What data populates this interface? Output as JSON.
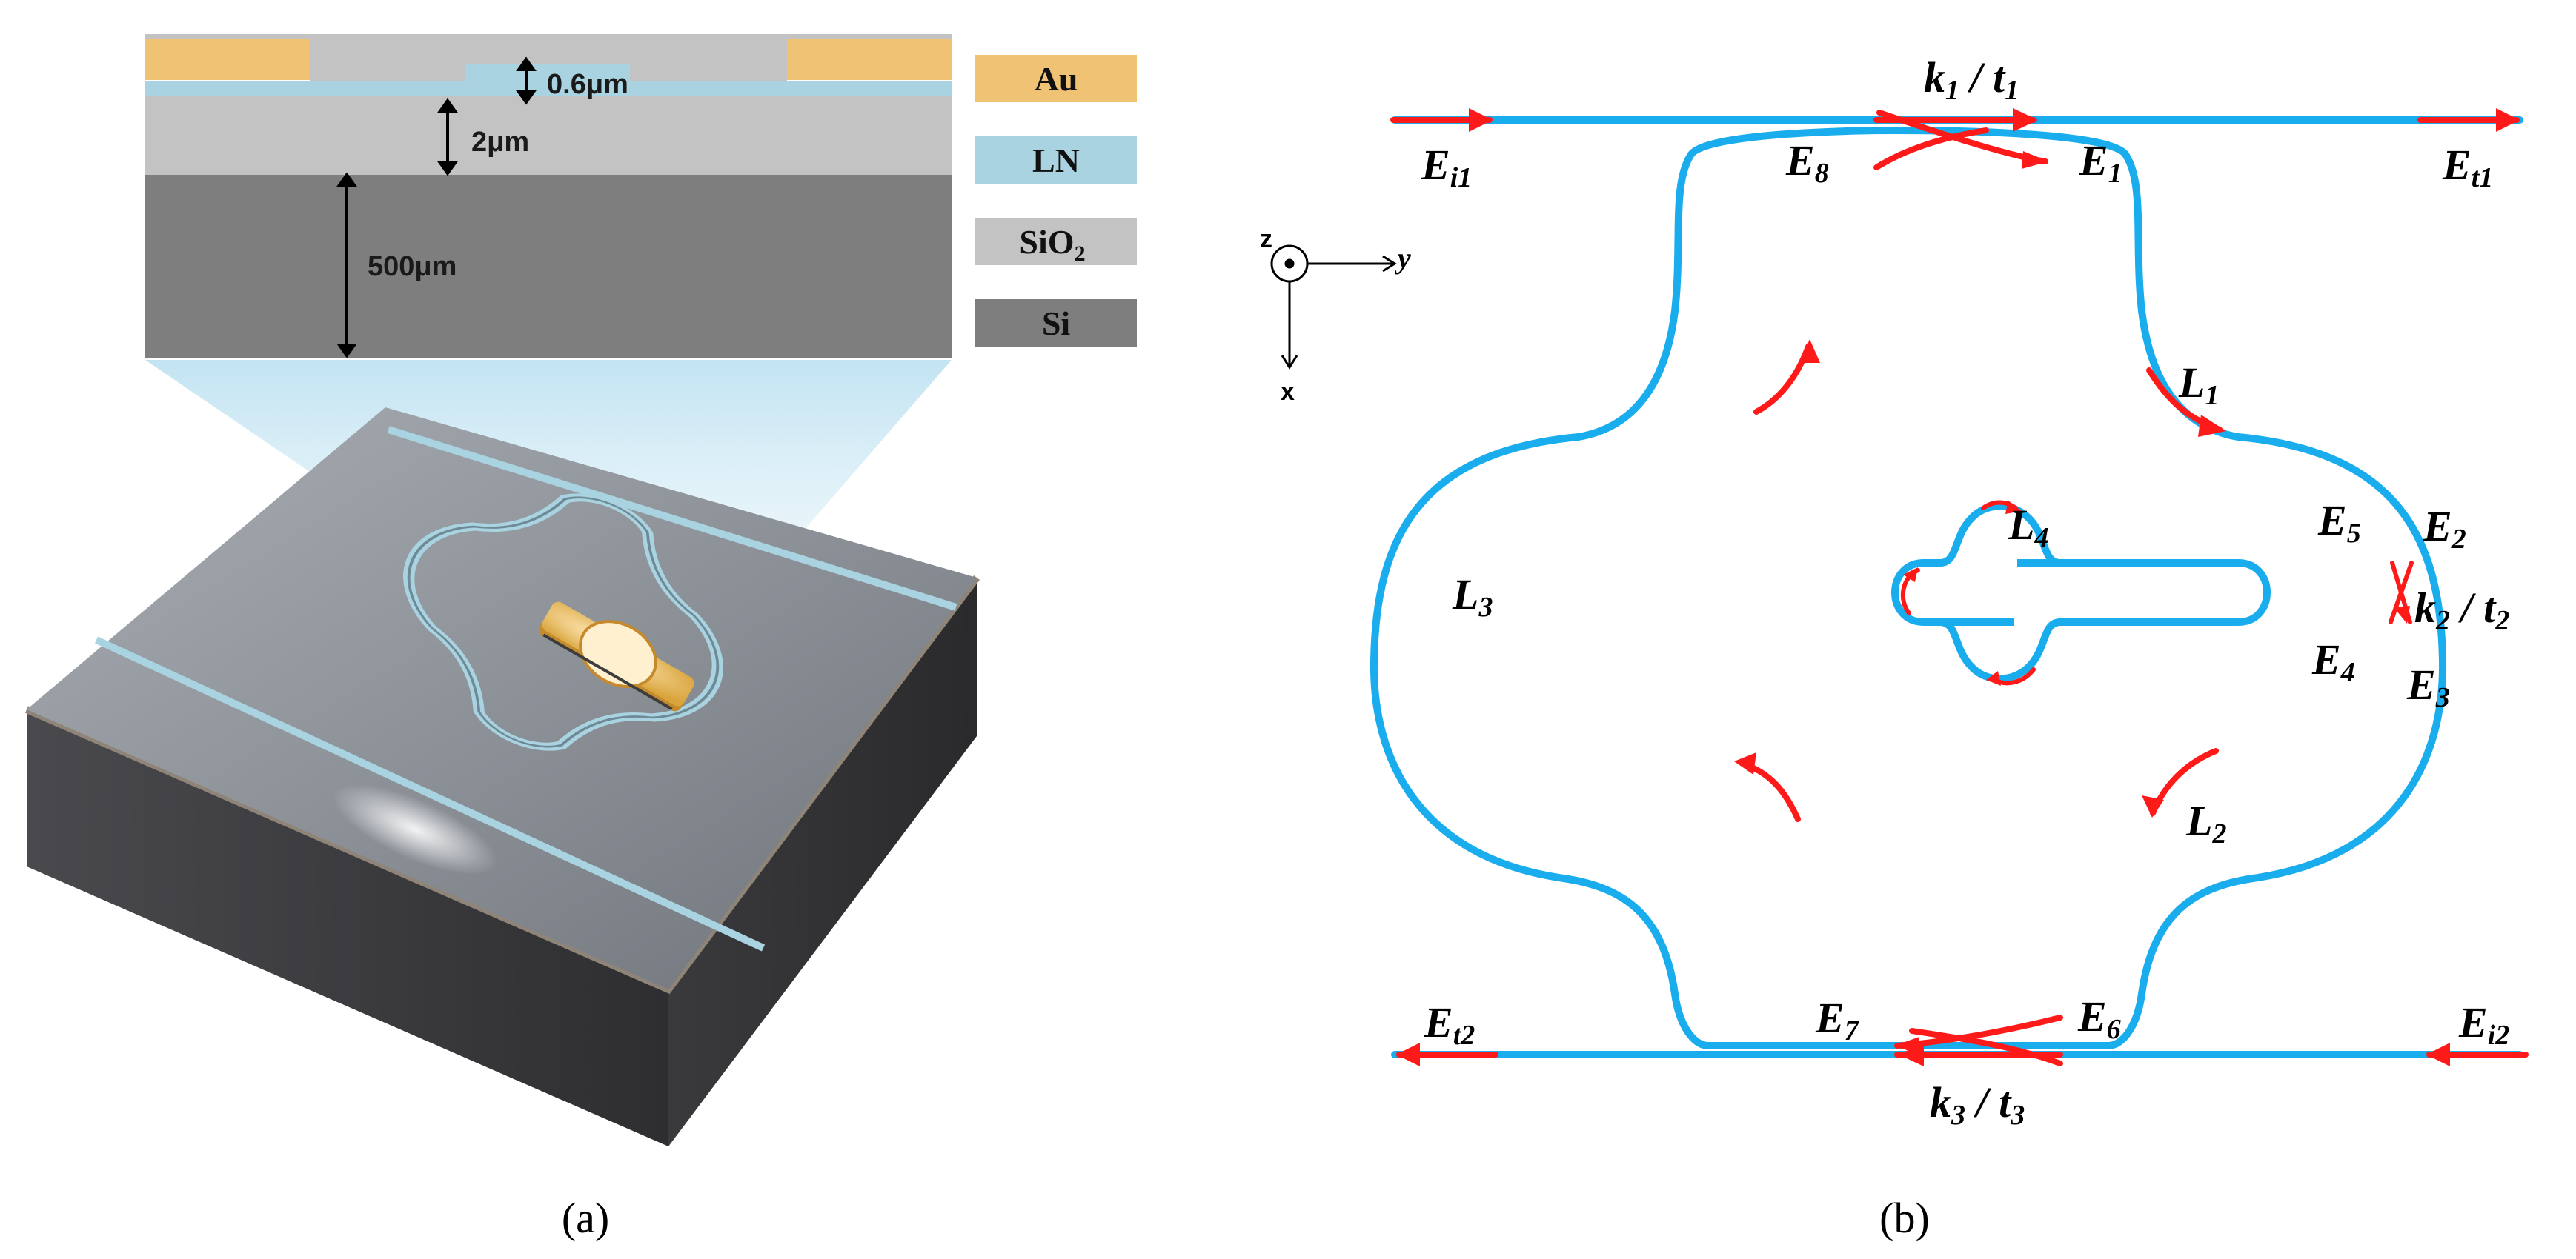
{
  "panel_a": {
    "caption": "(a)",
    "dimensions": {
      "dim_0_6": "0.6μm",
      "dim_2": "2μm",
      "dim_500": "500μm"
    },
    "legend": [
      {
        "label": "Au",
        "sub": "",
        "color": "#F0C274"
      },
      {
        "label": "LN",
        "sub": "",
        "color": "#A9D3E0"
      },
      {
        "label": "SiO",
        "sub": "2",
        "color": "#C3C3C3"
      },
      {
        "label": "Si",
        "sub": "",
        "color": "#7E7E7E"
      }
    ],
    "colors": {
      "au": "#F0C274",
      "ln": "#A9D3E0",
      "sio2": "#C3C3C3",
      "si": "#7E7E7E"
    }
  },
  "panel_b": {
    "caption": "(b)",
    "colors": {
      "waveguide": "#1AADEE",
      "arrow": "#FF1A1A"
    },
    "axes": {
      "z": "z",
      "y": "y",
      "x": "x"
    },
    "labels": {
      "Ei1": {
        "main": "E",
        "sub": "i1"
      },
      "Et1": {
        "main": "E",
        "sub": "t1"
      },
      "Et2": {
        "main": "E",
        "sub": "t2"
      },
      "Ei2": {
        "main": "E",
        "sub": "i2"
      },
      "E1": {
        "main": "E",
        "sub": "1"
      },
      "E2": {
        "main": "E",
        "sub": "2"
      },
      "E3": {
        "main": "E",
        "sub": "3"
      },
      "E4": {
        "main": "E",
        "sub": "4"
      },
      "E5": {
        "main": "E",
        "sub": "5"
      },
      "E6": {
        "main": "E",
        "sub": "6"
      },
      "E7": {
        "main": "E",
        "sub": "7"
      },
      "E8": {
        "main": "E",
        "sub": "8"
      },
      "L1": {
        "main": "L",
        "sub": "1"
      },
      "L2": {
        "main": "L",
        "sub": "2"
      },
      "L3": {
        "main": "L",
        "sub": "3"
      },
      "L4": {
        "main": "L",
        "sub": "4"
      },
      "k1": {
        "k": "k",
        "ks": "1",
        "sep": " / ",
        "t": "t",
        "ts": "1"
      },
      "k2": {
        "k": "k",
        "ks": "2",
        "sep": " / ",
        "t": "t",
        "ts": "2"
      },
      "k3": {
        "k": "k",
        "ks": "3",
        "sep": " / ",
        "t": "t",
        "ts": "3"
      }
    }
  }
}
